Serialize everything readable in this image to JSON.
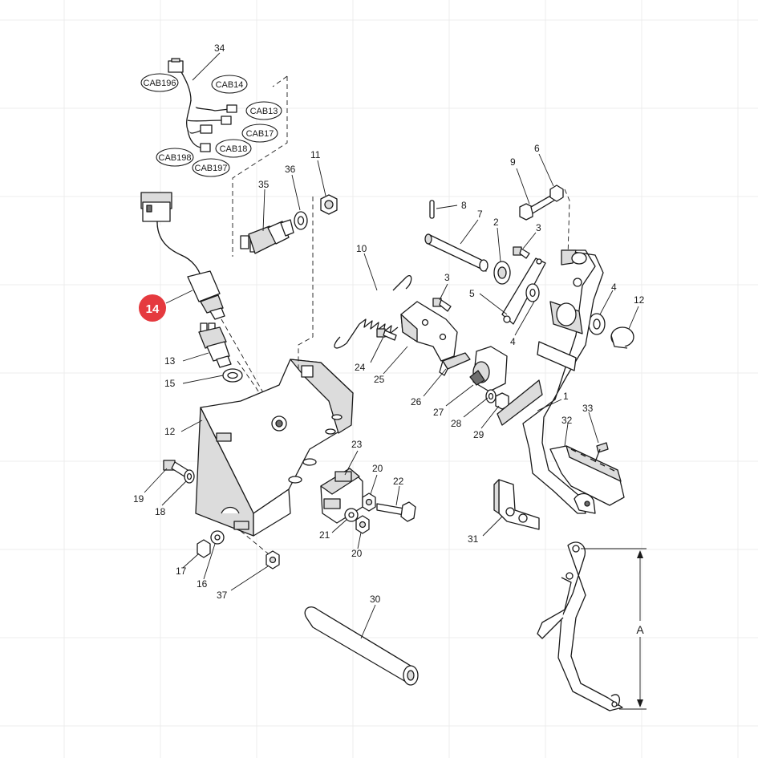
{
  "highlight": {
    "label": "14",
    "color": "#e53a3f"
  },
  "connectors": [
    {
      "id": "cab196",
      "label": "CAB196"
    },
    {
      "id": "cab14",
      "label": "CAB14"
    },
    {
      "id": "cab13",
      "label": "CAB13"
    },
    {
      "id": "cab17",
      "label": "CAB17"
    },
    {
      "id": "cab18",
      "label": "CAB18"
    },
    {
      "id": "cab198",
      "label": "CAB198"
    },
    {
      "id": "cab197",
      "label": "CAB197"
    }
  ],
  "callouts": {
    "c34": "34",
    "c11": "11",
    "c36": "36",
    "c35": "35",
    "c13": "13",
    "c15": "15",
    "c12": "12",
    "c10": "10",
    "c24": "24",
    "c25": "25",
    "c3a": "3",
    "c26": "26",
    "c27": "27",
    "c28": "28",
    "c29": "29",
    "c8": "8",
    "c7": "7",
    "c2": "2",
    "c3b": "3",
    "c9": "9",
    "c6": "6",
    "c5": "5",
    "c4a": "4",
    "c4b": "4",
    "c12b": "12",
    "c1": "1",
    "c33": "33",
    "c32": "32",
    "c31": "31",
    "c23": "23",
    "c20a": "20",
    "c22": "22",
    "c21": "21",
    "c20b": "20",
    "c19": "19",
    "c18": "18",
    "c17": "17",
    "c16": "16",
    "c37": "37",
    "c30": "30"
  },
  "dimension": {
    "label": "A"
  }
}
